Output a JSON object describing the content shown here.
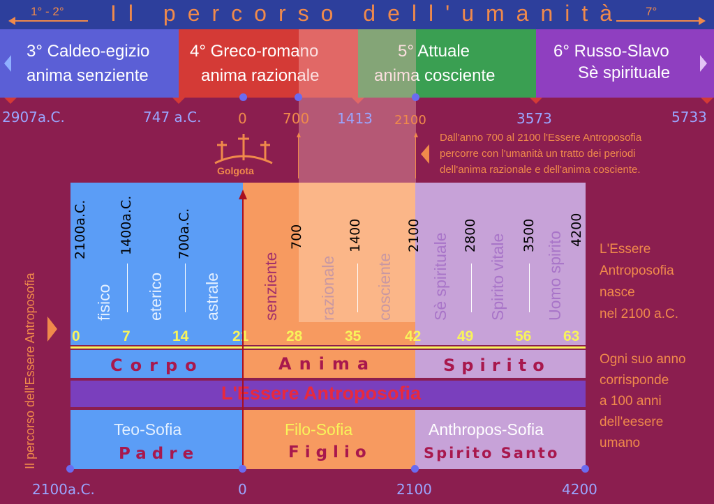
{
  "colors": {
    "background": "#8b1e4f",
    "header_bar": "#2d3f9c",
    "orange_text": "#f08a4b",
    "period_3": "#5b5fd6",
    "period_4": "#d43a36",
    "period_5": "#3a9f52",
    "period_6": "#8f3fc0",
    "corpo_blue": "#5b9df6",
    "anima_orange": "#f79a60",
    "spirito_lilac": "#c7a2d8",
    "band": "#7a3fbd",
    "yellow": "#f8f45a"
  },
  "header": {
    "left_label": "1° - 2°",
    "title": "Il percorso dell'umanità",
    "right_label": "7°"
  },
  "periods": [
    {
      "line1": "3° Caldeo-egizio",
      "line2": "anima senziente"
    },
    {
      "line1": "4° Greco-romano",
      "line2": "anima razionale"
    },
    {
      "line1": "5° Attuale",
      "line2": "anima cosciente"
    },
    {
      "line1": "6° Russo-Slavo",
      "line2": "Sè spirituale"
    }
  ],
  "top_dates": [
    "2907a.C.",
    "747 a.C.",
    "0",
    "700",
    "1413",
    "2100",
    "3573",
    "5733"
  ],
  "note": {
    "line1": "Dall'anno 700 al 2100 l'Essere Antroposofia",
    "line2": "percorre con l'umanità un tratto dei periodi",
    "line3": "dell'anima razionale e dell'anima cosciente."
  },
  "golgota_label": "Golgota",
  "vertical_title": "Il percorso dell'Essere Antroposofia",
  "stage_years": [
    "2100a.C.",
    "1400a.C.",
    "700a.C.",
    "700",
    "1400",
    "2100",
    "2800",
    "3500",
    "4200"
  ],
  "stage_names": [
    "fisico",
    "eterico",
    "astrale",
    "senziente",
    "razionale",
    "cosciente",
    "Sè spirituale",
    "Spirito vitale",
    "Uomo spirito"
  ],
  "ages": [
    "0",
    "7",
    "14",
    "21",
    "28",
    "35",
    "42",
    "49",
    "56",
    "63"
  ],
  "sections": [
    "Corpo",
    "Anima",
    "Spirito"
  ],
  "band_title": "L'Essere Antroposofia",
  "bottom_boxes": [
    {
      "name": "Teo-Sofia",
      "person": "Padre"
    },
    {
      "name": "Filo-Sofia",
      "person": "Figlio"
    },
    {
      "name": "Anthropos-Sofia",
      "person": "Spirito Santo"
    }
  ],
  "bottom_dates": [
    "2100a.C.",
    "0",
    "2100",
    "4200"
  ],
  "side_text": {
    "p1": [
      "L'Essere",
      "Antroposofia",
      "nasce",
      "nel 2100 a.C."
    ],
    "p2": [
      "Ogni suo anno",
      "corrisponde",
      "a 100 anni",
      "dell'eesere",
      "umano"
    ]
  }
}
